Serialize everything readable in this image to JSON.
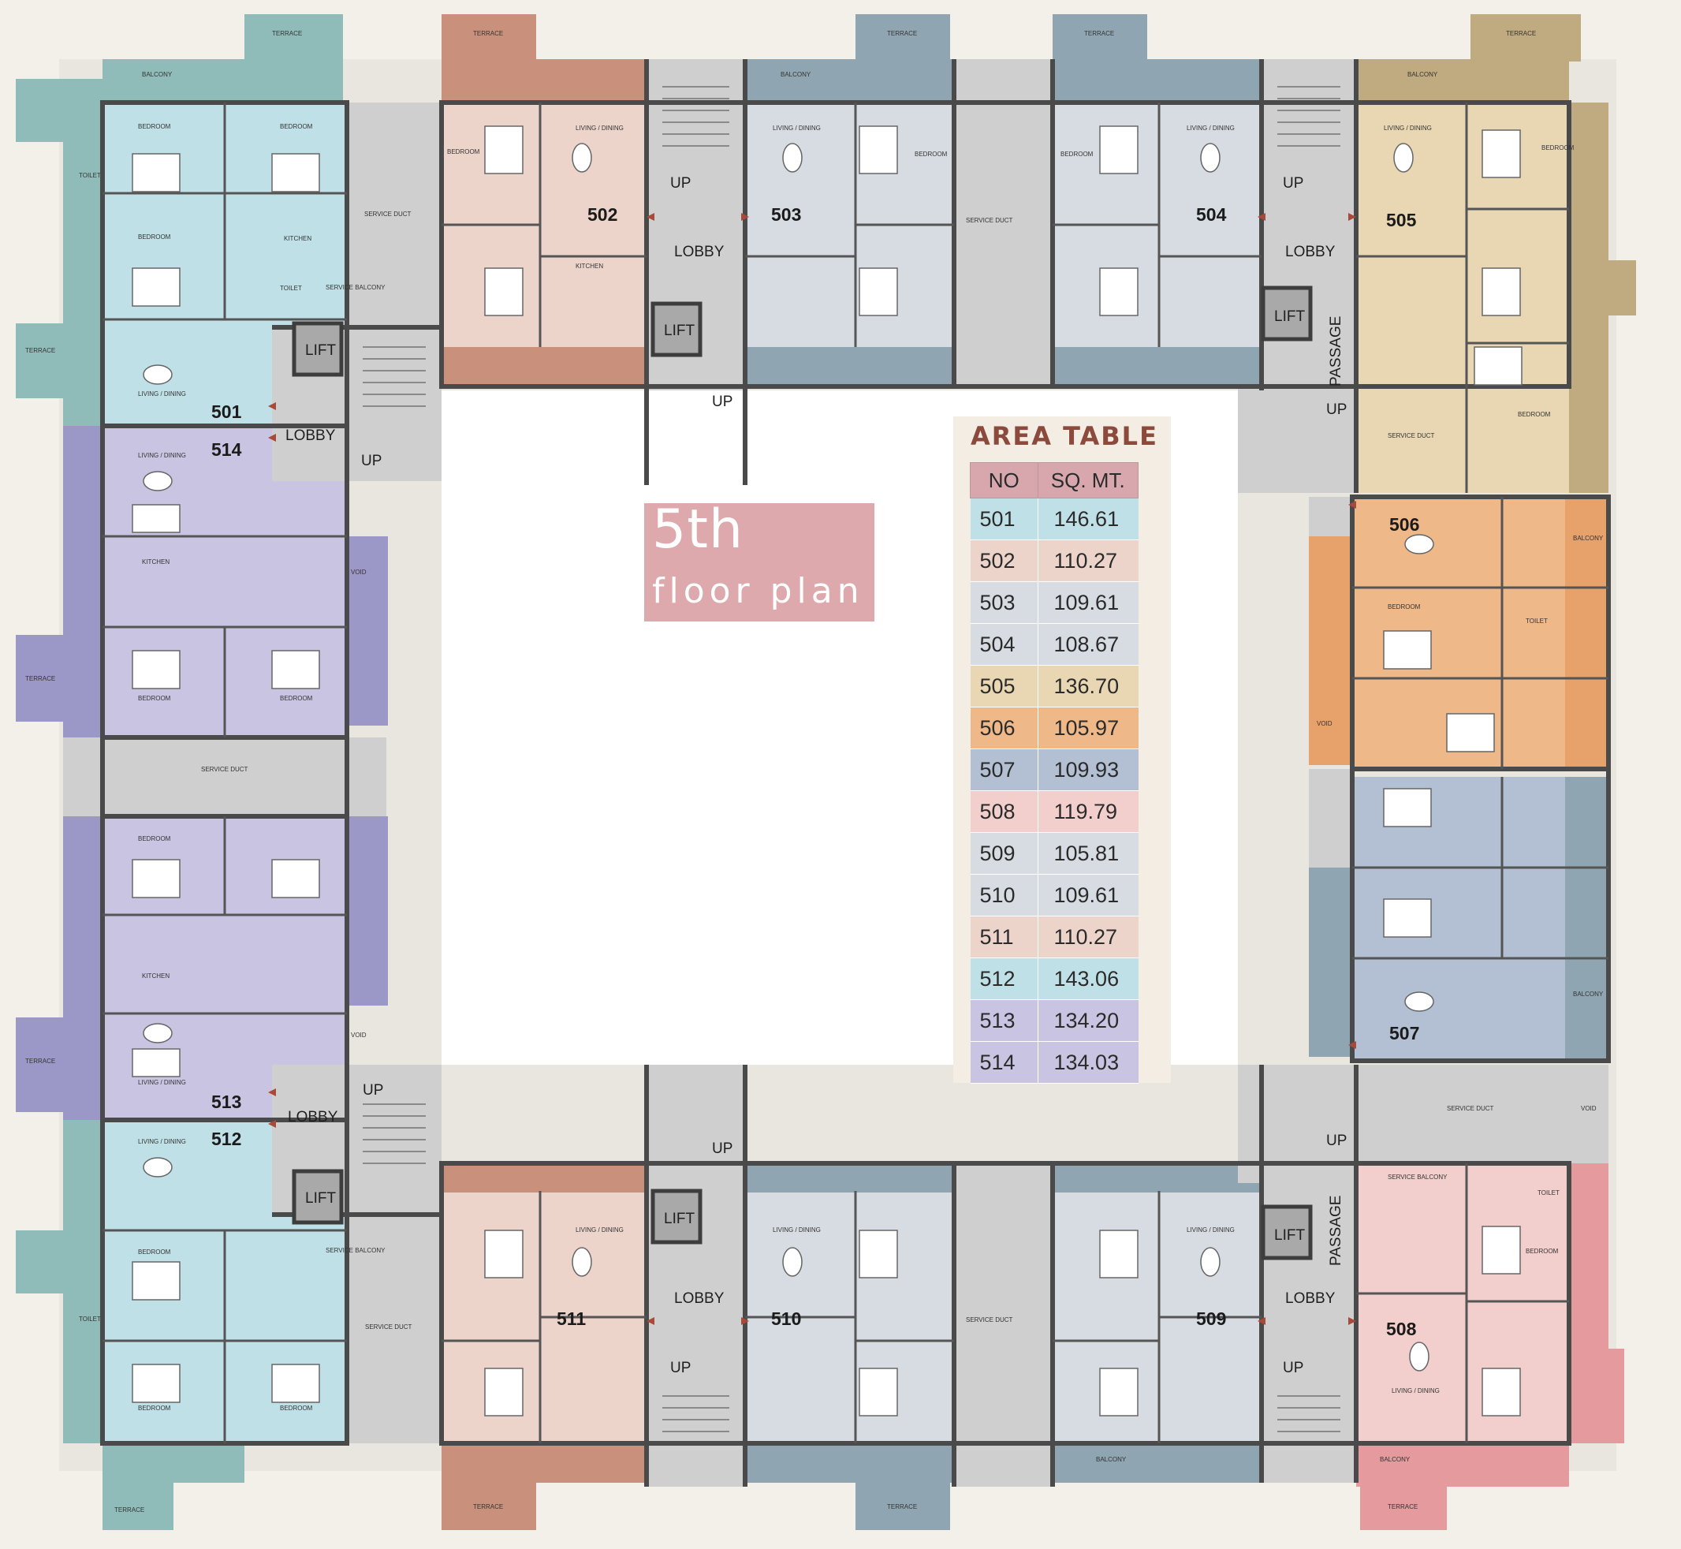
{
  "title": {
    "main": "5th",
    "sub": "floor plan"
  },
  "area_table": {
    "heading": "AREA TABLE",
    "columns": [
      "NO",
      "SQ. MT."
    ],
    "rows": [
      {
        "no": "501",
        "sq": "146.61",
        "color": "#bfe0e6"
      },
      {
        "no": "502",
        "sq": "110.27",
        "color": "#ecd4cb"
      },
      {
        "no": "503",
        "sq": "109.61",
        "color": "#d6dce2"
      },
      {
        "no": "504",
        "sq": "108.67",
        "color": "#d6dce2"
      },
      {
        "no": "505",
        "sq": "136.70",
        "color": "#e8d7b2"
      },
      {
        "no": "506",
        "sq": "105.97",
        "color": "#efb889"
      },
      {
        "no": "507",
        "sq": "109.93",
        "color": "#b3bfd3"
      },
      {
        "no": "508",
        "sq": "119.79",
        "color": "#f2cfcd"
      },
      {
        "no": "509",
        "sq": "105.81",
        "color": "#d6dce2"
      },
      {
        "no": "510",
        "sq": "109.61",
        "color": "#d6dce2"
      },
      {
        "no": "511",
        "sq": "110.27",
        "color": "#ecd4cb"
      },
      {
        "no": "512",
        "sq": "143.06",
        "color": "#bfe0e6"
      },
      {
        "no": "513",
        "sq": "134.20",
        "color": "#c9c4e1"
      },
      {
        "no": "514",
        "sq": "134.03",
        "color": "#c9c4e1"
      }
    ]
  },
  "units": [
    {
      "no": "501",
      "color": "#bfe0e6"
    },
    {
      "no": "502",
      "color": "#ecd4cb"
    },
    {
      "no": "503",
      "color": "#d6dce2"
    },
    {
      "no": "504",
      "color": "#d6dce2"
    },
    {
      "no": "505",
      "color": "#e8d7b2"
    },
    {
      "no": "506",
      "color": "#efb889"
    },
    {
      "no": "507",
      "color": "#b3bfd3"
    },
    {
      "no": "508",
      "color": "#f2cfcd"
    },
    {
      "no": "509",
      "color": "#d6dce2"
    },
    {
      "no": "510",
      "color": "#d6dce2"
    },
    {
      "no": "511",
      "color": "#ecd4cb"
    },
    {
      "no": "512",
      "color": "#bfe0e6"
    },
    {
      "no": "513",
      "color": "#c9c4e1"
    },
    {
      "no": "514",
      "color": "#c9c4e1"
    }
  ],
  "core_labels": {
    "lobby": "LOBBY",
    "lift": "LIFT",
    "up": "UP",
    "passage": "PASSAGE"
  },
  "room_labels": {
    "bedroom": "BEDROOM",
    "kitchen": "KITCHEN",
    "living": "LIVING / DINING",
    "balcony": "BALCONY",
    "terrace": "TERRACE",
    "toilet": "TOILET",
    "duct": "SERVICE DUCT",
    "void": "VOID",
    "service_balcony": "SERVICE BALCONY"
  },
  "colors": {
    "wall": "#4a4a4a",
    "core": "#cfcfcf",
    "courtyard": "#ffffff",
    "balcony_teal": "#8fbcb8",
    "balcony_purple": "#9b97c6",
    "balcony_brown": "#c9917c",
    "balcony_slate": "#8fa6b2",
    "terrace_khaki": "#c0aa7f",
    "terrace_orange": "#e7a16b",
    "terrace_pink": "#e59a9e",
    "toilet_teal": "#7fa9a5",
    "toilet_brown": "#c2917e"
  }
}
